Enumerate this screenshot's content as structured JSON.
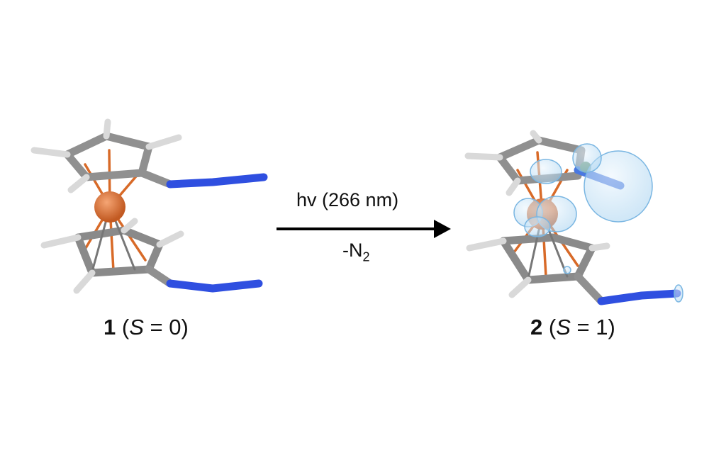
{
  "reaction": {
    "conditions_top": "hv (266 nm)",
    "conditions_bottom_prefix": "-N",
    "conditions_bottom_sub": "2"
  },
  "compound_1": {
    "number": "1",
    "open": " (",
    "spin_symbol": "S",
    "spin_text": " = 0)"
  },
  "compound_2": {
    "number": "2",
    "open": " (",
    "spin_symbol": "S",
    "spin_text": " = 1)"
  },
  "colors": {
    "carbon": "#8c8c8c",
    "hydrogen": "#e6e6e6",
    "iron": "#e07b3c",
    "nitrogen": "#2f4fe0",
    "spin_density": "#bfe0f7"
  }
}
